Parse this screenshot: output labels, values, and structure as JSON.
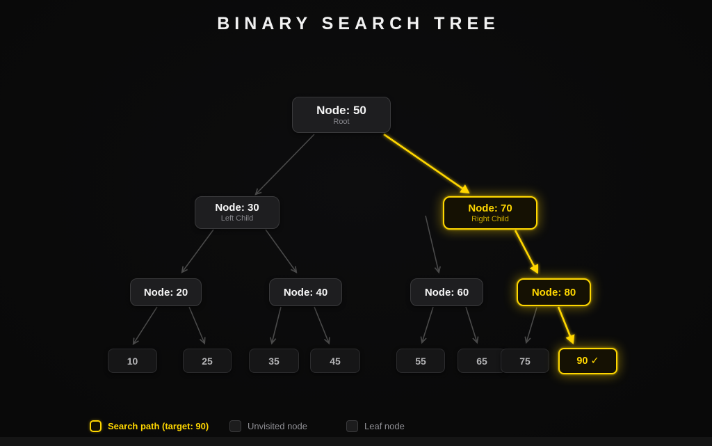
{
  "title": "BINARY SEARCH TREE",
  "colors": {
    "background": "#0a0a0a",
    "accent_yellow": "#ffd700",
    "edge_gray": "#4a4a4a",
    "node_fill": "#1e1e20",
    "node_border": "#3a3a3c",
    "leaf_fill": "#161617",
    "node_text": "#f5f5f5",
    "muted_text": "#8e8e93"
  },
  "tree": {
    "nodes": {
      "n50": {
        "label": "Node: 50",
        "sublabel": "Root"
      },
      "n30": {
        "label": "Node: 30",
        "sublabel": "Left Child"
      },
      "n70": {
        "label": "Node: 70",
        "sublabel": "Right Child"
      },
      "n20": {
        "label": "Node: 20"
      },
      "n40": {
        "label": "Node: 40"
      },
      "n60": {
        "label": "Node: 60"
      },
      "n80": {
        "label": "Node: 80"
      },
      "n10": {
        "label": "10"
      },
      "n25": {
        "label": "25"
      },
      "n35": {
        "label": "35"
      },
      "n45": {
        "label": "45"
      },
      "n55": {
        "label": "55"
      },
      "n65": {
        "label": "65"
      },
      "n75": {
        "label": "75"
      },
      "n90": {
        "label": "90 ✓"
      }
    },
    "search_path": [
      "50",
      "70",
      "80",
      "90"
    ],
    "target": "90"
  },
  "legend": {
    "items": [
      {
        "label": "Search path (target: 90)",
        "type": "path"
      },
      {
        "label": "Unvisited node",
        "type": "unvisited"
      },
      {
        "label": "Leaf node",
        "type": "leaf"
      }
    ]
  }
}
